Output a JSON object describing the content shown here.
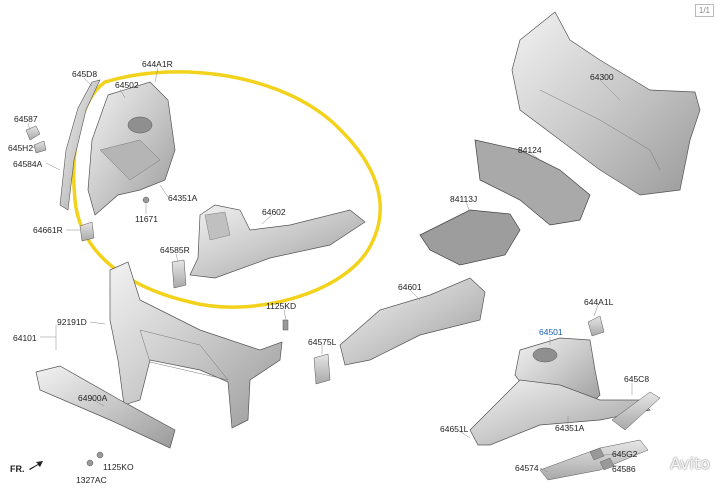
{
  "page_indicator": "1/1",
  "direction_label": "FR.",
  "watermark": "Avito",
  "highlight_color": "#f2d21b",
  "label_color": "#222222",
  "blue_label_color": "#1a5fb4",
  "labels": {
    "l645D8": "645D8",
    "l644A1R": "644A1R",
    "l64502": "64502",
    "l64587": "64587",
    "l645H2": "645H2",
    "l64584A": "64584A",
    "l64351A_top": "64351A",
    "l11671": "11671",
    "l64602": "64602",
    "l64661R": "64661R",
    "l64585R": "64585R",
    "l1125KD": "1125KD",
    "l92191D": "92191D",
    "l64101": "64101",
    "l64575L": "64575L",
    "l64900A": "64900A",
    "l1125KO": "1125KO",
    "l1327AC": "1327AC",
    "l64300": "64300",
    "l84124": "84124",
    "l84113J": "84113J",
    "l64601": "64601",
    "l644A1L": "644A1L",
    "l64501": "64501",
    "l645C8": "645C8",
    "l64351A_bot": "64351A",
    "l64651L": "64651L",
    "l645G2": "645G2",
    "l64574": "64574",
    "l64586": "64586"
  }
}
